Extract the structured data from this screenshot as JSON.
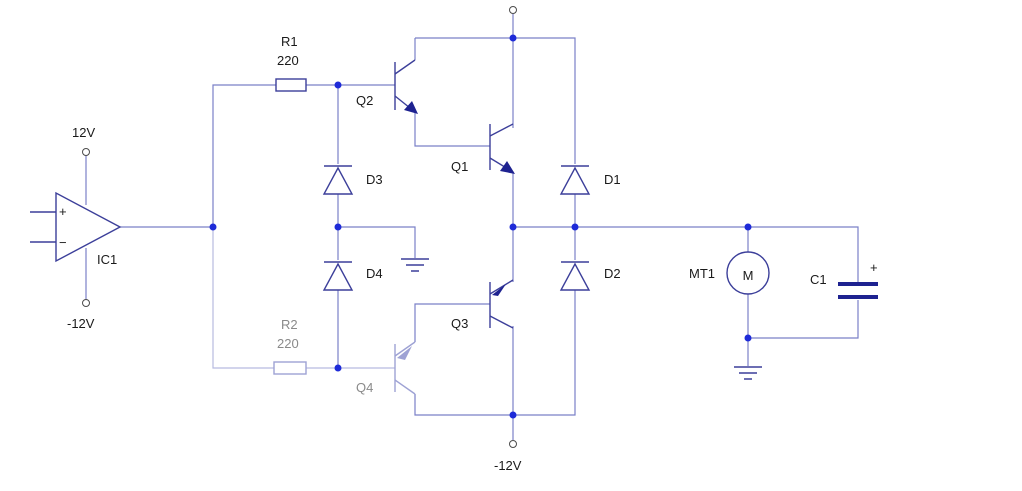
{
  "labels": {
    "r1_name": "R1",
    "r1_value": "220",
    "r2_name": "R2",
    "r2_value": "220",
    "q1": "Q1",
    "q2": "Q2",
    "q3": "Q3",
    "q4": "Q4",
    "d1": "D1",
    "d2": "D2",
    "d3": "D3",
    "d4": "D4",
    "ic1": "IC1",
    "opamp_pos_supply": "12V",
    "opamp_neg_supply": "-12V",
    "rail_neg": "-12V",
    "mt1": "MT1",
    "motor_symbol": "M",
    "c1": "C1",
    "c1_polarity": "+",
    "opamp_plus": "+",
    "opamp_minus": "−"
  }
}
